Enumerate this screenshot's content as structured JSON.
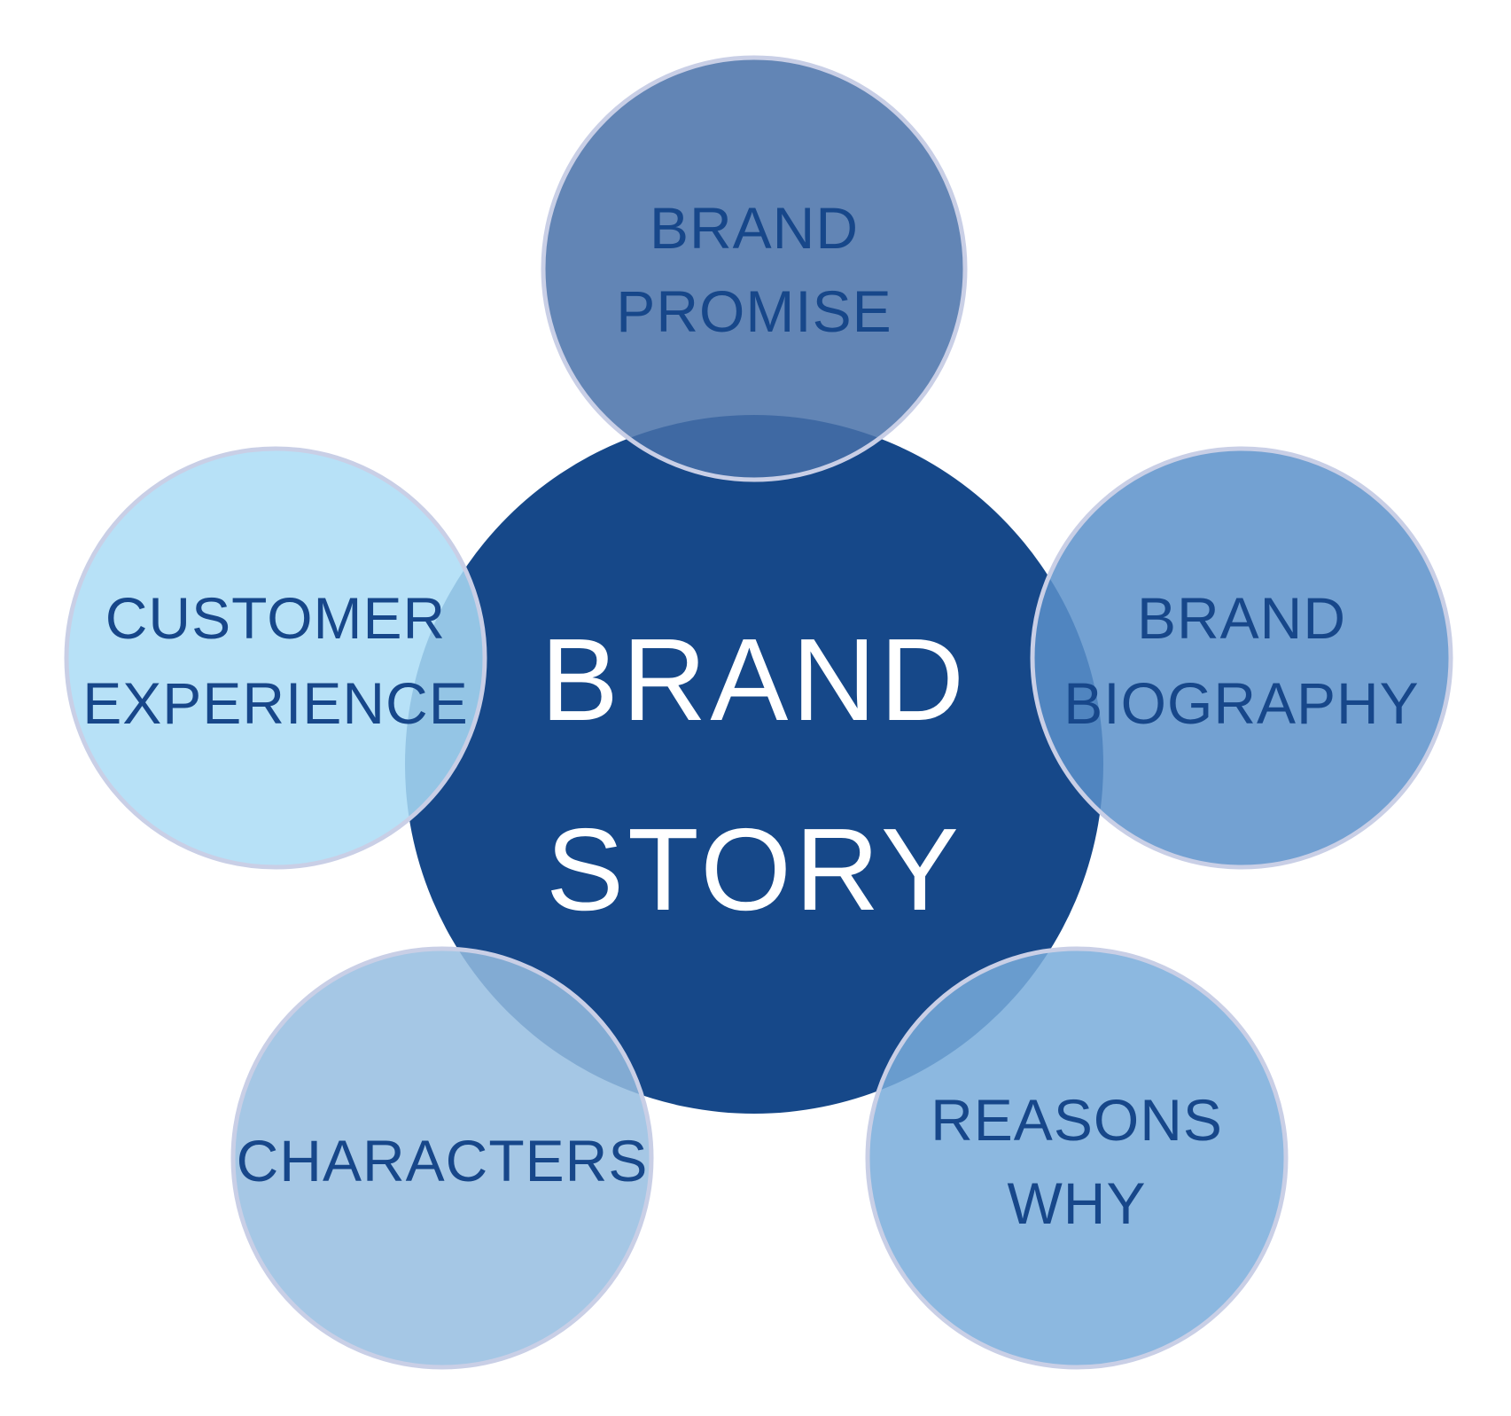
{
  "colors": {
    "background": "#ffffff",
    "outline": "#c9cfe6",
    "outer_text": "#17478a",
    "center_text": "#ffffff",
    "center_fill": "#164889"
  },
  "center": {
    "lines": [
      "BRAND",
      "STORY"
    ]
  },
  "nodes": [
    {
      "id": "brand-promise",
      "lines": [
        "BRAND",
        "PROMISE"
      ],
      "fill": "#4670a8"
    },
    {
      "id": "brand-biography",
      "lines": [
        "BRAND",
        "BIOGRAPHY"
      ],
      "fill": "#5b91ca"
    },
    {
      "id": "reasons-why",
      "lines": [
        "REASONS",
        "WHY"
      ],
      "fill": "#78abdb"
    },
    {
      "id": "characters",
      "lines": [
        "CHARACTERS"
      ],
      "fill": "#95bde0"
    },
    {
      "id": "customer-experience",
      "lines": [
        "CUSTOMER",
        "EXPERIENCE"
      ],
      "fill": "#aadcf6"
    }
  ]
}
